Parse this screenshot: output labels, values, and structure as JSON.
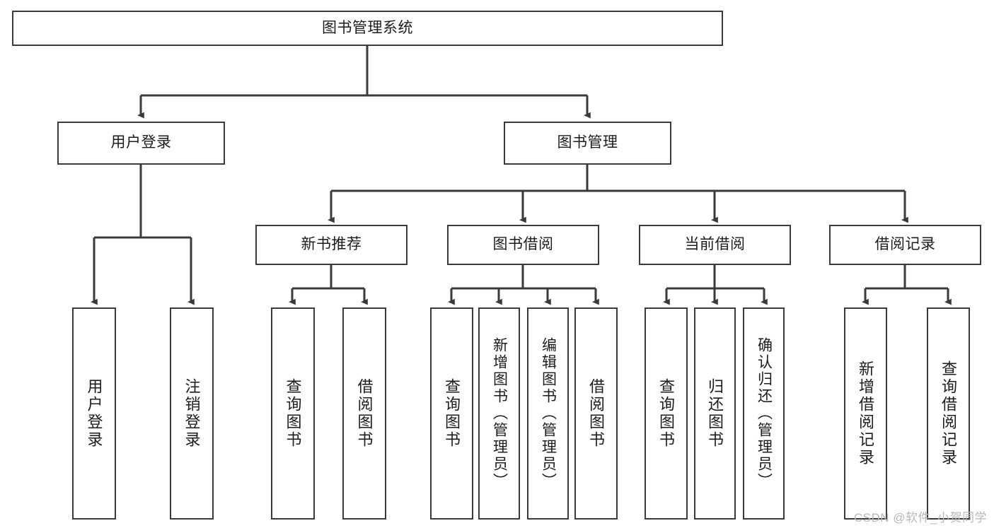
{
  "diagram": {
    "type": "tree-hierarchy",
    "title": "图书管理系统",
    "watermark": "CSDN @软件_小贺同学",
    "colors": {
      "stroke": "#3a3a3a",
      "fill": "#ffffff",
      "text": "#1c1c1c",
      "watermark": "#b8b8b8"
    },
    "nodes": {
      "root": {
        "label": "图书管理系统",
        "level": 0
      },
      "l1": [
        {
          "id": "user-login",
          "label": "用户登录"
        },
        {
          "id": "book-manage",
          "label": "图书管理"
        }
      ],
      "l2": [
        {
          "id": "new-book-rec",
          "label": "新书推荐",
          "parent": "book-manage"
        },
        {
          "id": "book-borrow",
          "label": "图书借阅",
          "parent": "book-manage"
        },
        {
          "id": "current-borrow",
          "label": "当前借阅",
          "parent": "book-manage"
        },
        {
          "id": "borrow-record",
          "label": "借阅记录",
          "parent": "book-manage"
        }
      ],
      "leaves": [
        {
          "id": "leaf-user-login",
          "label": "用户登录",
          "parent": "user-login"
        },
        {
          "id": "leaf-logout",
          "label": "注销登录",
          "parent": "user-login"
        },
        {
          "id": "leaf-query-book-1",
          "label": "查询图书",
          "parent": "new-book-rec"
        },
        {
          "id": "leaf-borrow-book-1",
          "label": "借阅图书",
          "parent": "new-book-rec"
        },
        {
          "id": "leaf-query-book-2",
          "label": "查询图书",
          "parent": "book-borrow"
        },
        {
          "id": "leaf-add-book",
          "label": "新增图书（管理员）",
          "parent": "book-borrow"
        },
        {
          "id": "leaf-edit-book",
          "label": "编辑图书（管理员）",
          "parent": "book-borrow"
        },
        {
          "id": "leaf-borrow-book-2",
          "label": "借阅图书",
          "parent": "book-borrow"
        },
        {
          "id": "leaf-query-book-3",
          "label": "查询图书",
          "parent": "current-borrow"
        },
        {
          "id": "leaf-return-book",
          "label": "归还图书",
          "parent": "current-borrow"
        },
        {
          "id": "leaf-confirm-return",
          "label": "确认归还（管理员）",
          "parent": "current-borrow"
        },
        {
          "id": "leaf-add-record",
          "label": "新增借阅记录",
          "parent": "borrow-record"
        },
        {
          "id": "leaf-query-record",
          "label": "查询借阅记录",
          "parent": "borrow-record"
        }
      ]
    }
  }
}
